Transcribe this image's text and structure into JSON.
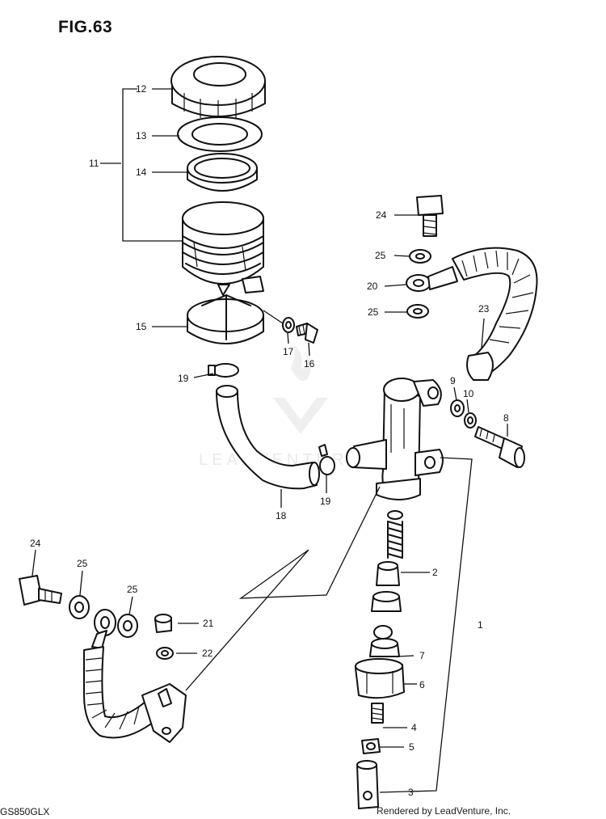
{
  "figure": {
    "title": "FIG.63"
  },
  "model_code": "GS850GLX",
  "credit": "Rendered by LeadVenture, Inc.",
  "watermark": {
    "text": "LEADVENTURE",
    "color": "#d8d8d8"
  },
  "callouts": [
    "1",
    "2",
    "3",
    "4",
    "5",
    "6",
    "7",
    "8",
    "9",
    "10",
    "11",
    "12",
    "13",
    "14",
    "15",
    "16",
    "17",
    "18",
    "19",
    "19",
    "20",
    "21",
    "22",
    "23",
    "24",
    "24",
    "25",
    "25",
    "25",
    "25"
  ],
  "colors": {
    "ink": "#111111",
    "background": "#ffffff"
  }
}
